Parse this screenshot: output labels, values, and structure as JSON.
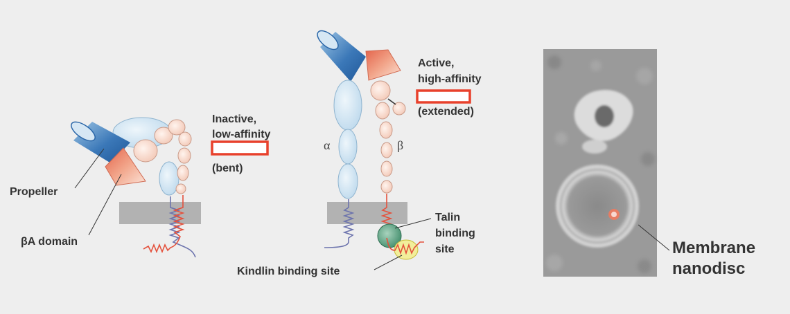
{
  "inactive": {
    "line1": "Inactive,",
    "line2": "low-affinity",
    "line4": "(bent)"
  },
  "active": {
    "line1": "Active,",
    "line2": "high-affinity",
    "line4": "(extended)"
  },
  "labels": {
    "propeller": "Propeller",
    "ba_domain": "βA domain",
    "alpha": "α",
    "beta": "β",
    "talin_1": "Talin",
    "talin_2": "binding",
    "talin_3": "site",
    "kindlin": "Kindlin binding site",
    "membrane_1": "Membrane",
    "membrane_2": "nanodisc"
  },
  "colors": {
    "background": "#eeeeee",
    "alpha_fill": "#cfe3f1",
    "beta_fill": "#f7d9cc",
    "propeller_blue": "#2a66a8",
    "ba_salmon": "#ea8a70",
    "membrane_gray": "#b2b2b2",
    "redaction_border": "#e8412c",
    "talin_green": "#4f9a7a",
    "kindlin_yellow": "#f2ee9a"
  }
}
